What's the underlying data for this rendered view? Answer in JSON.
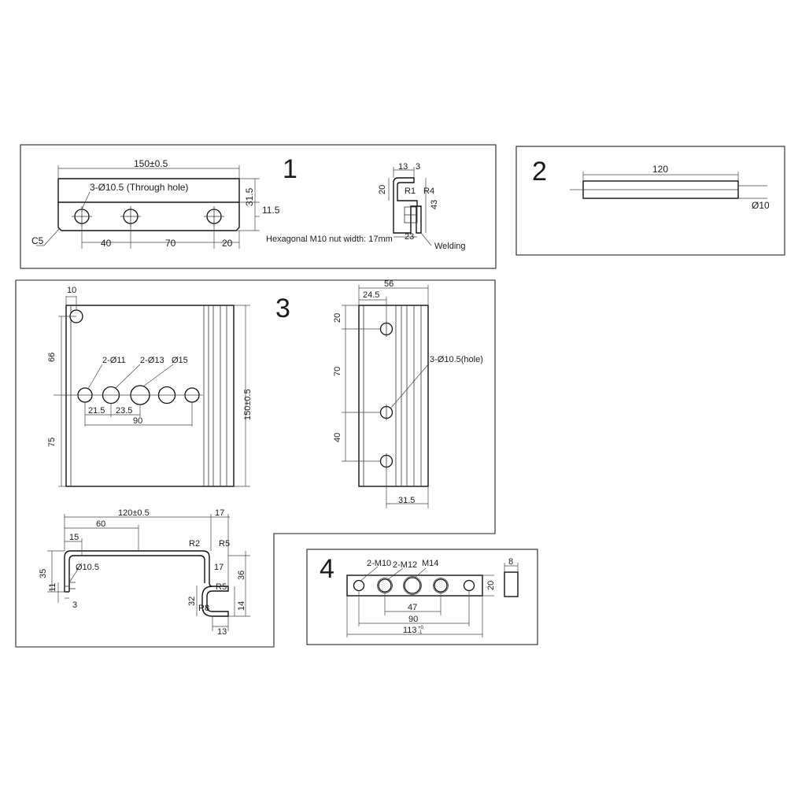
{
  "section_numbers": [
    "1",
    "2",
    "3",
    "4"
  ],
  "part1": {
    "length": "150±0.5",
    "holes": "3-Ø10.5 (Through hole)",
    "height1": "31.5",
    "height2": "11.5",
    "chamfer": "C5",
    "spacing": [
      "40",
      "70",
      "20"
    ],
    "nut_note": "Hexagonal M10 nut width: 17mm",
    "profile_dims": [
      "13",
      "3",
      "20",
      "R1",
      "R4",
      "43",
      "23"
    ],
    "welding": "Welding"
  },
  "part2": {
    "length": "120",
    "diameter": "Ø10"
  },
  "part3": {
    "top_margin": "10",
    "left_dims": [
      "66",
      "75"
    ],
    "hole_labels": [
      "2-Ø11",
      "2-Ø13",
      "Ø15"
    ],
    "spacing": [
      "21.5",
      "23.5",
      "90"
    ],
    "height": "150±0.5",
    "side": {
      "width": "56",
      "offset": "24.5",
      "left_dims": [
        "20",
        "70",
        "40"
      ],
      "holes": "3-Ø10.5(hole)",
      "bottom": "31.5"
    },
    "profile": {
      "length": "120±0.5",
      "top": "60",
      "right_top": "17",
      "flange": "15",
      "radii": [
        "R2",
        "R5",
        "R5",
        "R8"
      ],
      "hole": "Ø10.5",
      "left_dims": [
        "35",
        "11",
        "3"
      ],
      "right_dims": [
        "17",
        "36",
        "32",
        "14",
        "13"
      ]
    }
  },
  "part4": {
    "holes": [
      "2-M10",
      "2-M12",
      "M14"
    ],
    "height": "20",
    "thickness": "8",
    "spacing": [
      "47",
      "90"
    ],
    "length": "113",
    "length_tol_upper": "+0",
    "length_tol_lower": "-1"
  }
}
